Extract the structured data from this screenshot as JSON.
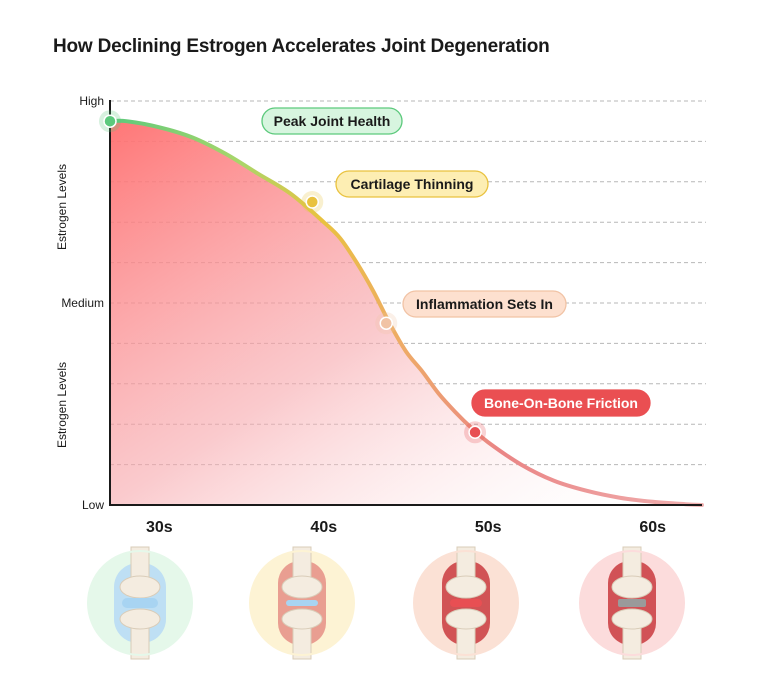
{
  "title": "How Declining Estrogen Accelerates Joint Degeneration",
  "chart_data": {
    "type": "area",
    "title": "How Declining Estrogen Accelerates Joint Degeneration",
    "ylabel_upper": "Estrogen Levels",
    "ylabel_lower": "Estrogen Levels",
    "y_tick_labels": [
      "High",
      "Medium",
      "Low"
    ],
    "x_tick_labels": [
      "30s",
      "40s",
      "50s",
      "60s"
    ],
    "x_tick_values": [
      30,
      40,
      50,
      60
    ],
    "xlim": [
      27,
      63
    ],
    "ylim": [
      0,
      100
    ],
    "grid": true,
    "curve": {
      "x": [
        27,
        28,
        30,
        32,
        34,
        36,
        38,
        40,
        41,
        42,
        43,
        44,
        45,
        46,
        47,
        48,
        49,
        50,
        52,
        54,
        56,
        58,
        60,
        62,
        63
      ],
      "y": [
        95,
        95,
        93.5,
        91,
        87,
        82,
        77,
        70,
        66,
        60,
        53,
        45,
        38,
        33,
        27.5,
        23,
        19,
        15.5,
        10,
        6,
        3.5,
        1.8,
        0.8,
        0.2,
        0
      ]
    },
    "stages": [
      {
        "label": "Peak Joint Health",
        "x": 27,
        "y": 95,
        "color": "#5cc97c",
        "pill_fill": "#d7f5df",
        "pill_stroke": "#5cc97c"
      },
      {
        "label": "Cartilage Thinning",
        "x": 39.3,
        "y": 75,
        "color": "#e9c23f",
        "pill_fill": "#fdeeb3",
        "pill_stroke": "#e9c23f"
      },
      {
        "label": "Inflammation Sets In",
        "x": 43.8,
        "y": 45,
        "color": "#f1c3a5",
        "pill_fill": "#fde0cf",
        "pill_stroke": "#f1c3a5"
      },
      {
        "label": "Bone-On-Bone Friction",
        "x": 49.2,
        "y": 18,
        "color": "#e84f53",
        "pill_fill": "#ea4f52",
        "pill_stroke": "#ea4f52"
      }
    ]
  },
  "joint_icons": [
    {
      "name": "healthy-knee-joint-icon",
      "bg": "#e5f8ea"
    },
    {
      "name": "thinning-cartilage-knee-icon",
      "bg": "#fdf3d4"
    },
    {
      "name": "inflamed-knee-joint-icon",
      "bg": "#fbe1d5"
    },
    {
      "name": "bone-on-bone-knee-icon",
      "bg": "#fcdcdc"
    }
  ]
}
